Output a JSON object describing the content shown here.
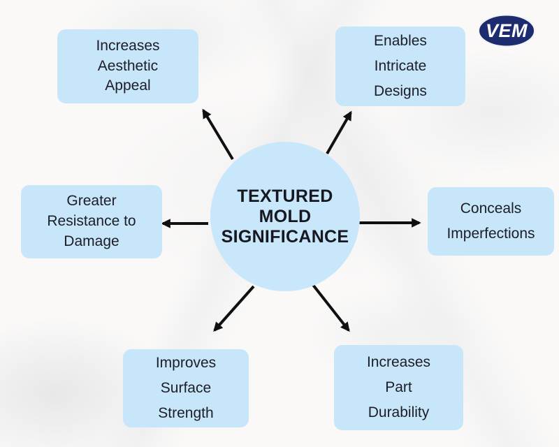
{
  "diagram": {
    "title": "Textured Mold Significance mind map",
    "center": {
      "label": "TEXTURED\nMOLD\nSIGNIFICANCE"
    },
    "nodes": [
      {
        "id": "aesthetic-appeal",
        "position": "top-left",
        "label": "Increases\nAesthetic\nAppeal"
      },
      {
        "id": "intricate-designs",
        "position": "top-right",
        "label": "Enables\nIntricate\nDesigns"
      },
      {
        "id": "resistance-to-damage",
        "position": "left",
        "label": "Greater\nResistance to\nDamage"
      },
      {
        "id": "conceals-imperfections",
        "position": "right",
        "label": "Conceals\nImperfections"
      },
      {
        "id": "surface-strength",
        "position": "bottom-left",
        "label": "Improves\nSurface\nStrength"
      },
      {
        "id": "part-durability",
        "position": "bottom-right",
        "label": "Increases\nPart\nDurability"
      }
    ]
  },
  "logo": {
    "text": "VEM"
  },
  "colors": {
    "node_fill": "#c8e6f9",
    "center_fill": "#c9e7fa",
    "text": "#1c1d27",
    "arrow": "#101010",
    "logo_navy": "#1c2c6e",
    "background": "#faf9f8"
  }
}
